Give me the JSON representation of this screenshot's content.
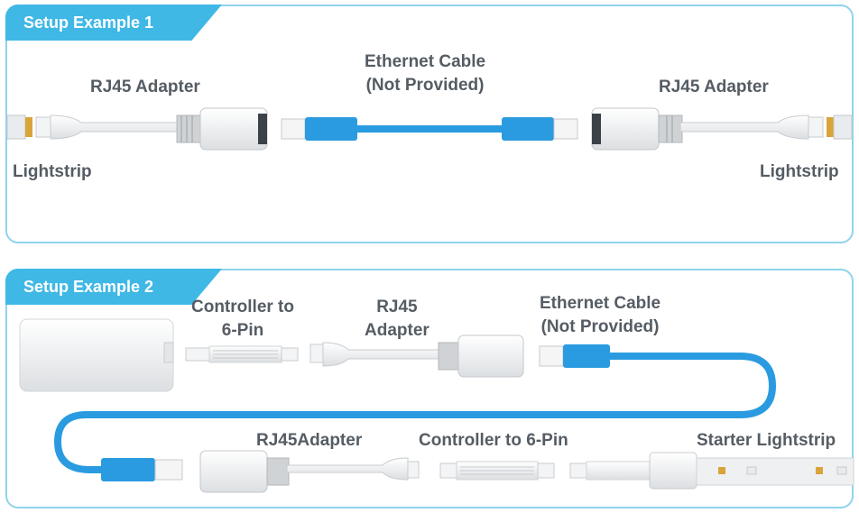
{
  "setup1": {
    "title": "Setup Example 1",
    "left_adapter": "RJ45 Adapter",
    "ethernet_line1": "Ethernet Cable",
    "ethernet_line2": "(Not Provided)",
    "right_adapter": "RJ45 Adapter",
    "left_strip": "Lightstrip",
    "right_strip": "Lightstrip"
  },
  "setup2": {
    "title": "Setup Example 2",
    "controller_line1": "Controller to",
    "controller_line2": "6-Pin",
    "rj45_line1": "RJ45",
    "rj45_line2": "Adapter",
    "ethernet_line1": "Ethernet Cable",
    "ethernet_line2": "(Not Provided)",
    "rj45adapter": "RJ45Adapter",
    "controller_6pin": "Controller to 6-Pin",
    "starter": "Starter Lightstrip"
  },
  "colors": {
    "accent": "#3fb8e6",
    "border": "#8fd3ec",
    "cable": "#2a9be0",
    "text": "#555c63"
  }
}
